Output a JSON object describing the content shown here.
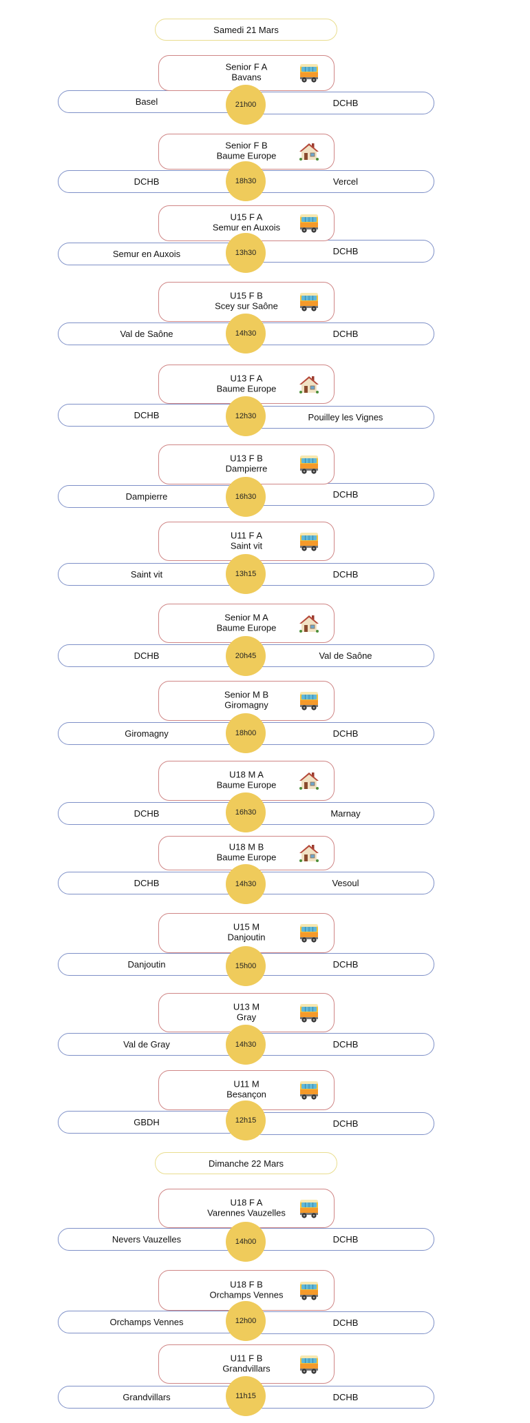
{
  "days": [
    {
      "label": "Samedi 21 Mars",
      "matches": [
        {
          "team": "Senior F A",
          "venue": "Bavans",
          "icon": "bus",
          "home": "Basel",
          "away": "DCHB",
          "time": "21h00"
        },
        {
          "team": "Senior F B",
          "venue": "Baume Europe",
          "icon": "house",
          "home": "DCHB",
          "away": "Vercel",
          "time": "18h30"
        },
        {
          "team": "U15 F A",
          "venue": "Semur en Auxois",
          "icon": "bus",
          "home": "Semur en Auxois",
          "away": "DCHB",
          "time": "13h30"
        },
        {
          "team": "U15 F B",
          "venue": "Scey sur Saône",
          "icon": "bus",
          "home": "Val de Saône",
          "away": "DCHB",
          "time": "14h30"
        },
        {
          "team": "U13 F A",
          "venue": "Baume Europe",
          "icon": "house",
          "home": "DCHB",
          "away": "Pouilley les Vignes",
          "time": "12h30"
        },
        {
          "team": "U13 F B",
          "venue": "Dampierre",
          "icon": "bus",
          "home": "Dampierre",
          "away": "DCHB",
          "time": "16h30"
        },
        {
          "team": "U11 F A",
          "venue": "Saint vit",
          "icon": "bus",
          "home": "Saint vit",
          "away": "DCHB",
          "time": "13h15"
        },
        {
          "team": "Senior M A",
          "venue": "Baume Europe",
          "icon": "house",
          "home": "DCHB",
          "away": "Val de Saône",
          "time": "20h45"
        },
        {
          "team": "Senior M B",
          "venue": "Giromagny",
          "icon": "bus",
          "home": "Giromagny",
          "away": "DCHB",
          "time": "18h00"
        },
        {
          "team": "U18 M A",
          "venue": "Baume Europe",
          "icon": "house",
          "home": "DCHB",
          "away": "Marnay",
          "time": "16h30"
        },
        {
          "team": "U18 M B",
          "venue": "Baume Europe",
          "icon": "house",
          "home": "DCHB",
          "away": "Vesoul",
          "time": "14h30"
        },
        {
          "team": "U15 M",
          "venue": "Danjoutin",
          "icon": "bus",
          "home": "Danjoutin",
          "away": "DCHB",
          "time": "15h00"
        },
        {
          "team": "U13 M",
          "venue": "Gray",
          "icon": "bus",
          "home": "Val de Gray",
          "away": "DCHB",
          "time": "14h30"
        },
        {
          "team": "U11 M",
          "venue": "Besançon",
          "icon": "bus",
          "home": "GBDH",
          "away": "DCHB",
          "time": "12h15"
        }
      ]
    },
    {
      "label": "Dimanche 22 Mars",
      "matches": [
        {
          "team": "U18 F A",
          "venue": "Varennes Vauzelles",
          "icon": "bus",
          "home": "Nevers Vauzelles",
          "away": "DCHB",
          "time": "14h00"
        },
        {
          "team": "U18 F B",
          "venue": "Orchamps Vennes",
          "icon": "bus",
          "home": "Orchamps Vennes",
          "away": "DCHB",
          "time": "12h00"
        },
        {
          "team": "U11 F B",
          "venue": "Grandvillars",
          "icon": "bus",
          "home": "Grandvillars",
          "away": "DCHB",
          "time": "11h15"
        }
      ]
    }
  ],
  "colors": {
    "time_circle": "#efcb5b",
    "date_border": "#e9dd8e",
    "card_border": "#cf8585",
    "pill_border": "#7d8fc7"
  }
}
